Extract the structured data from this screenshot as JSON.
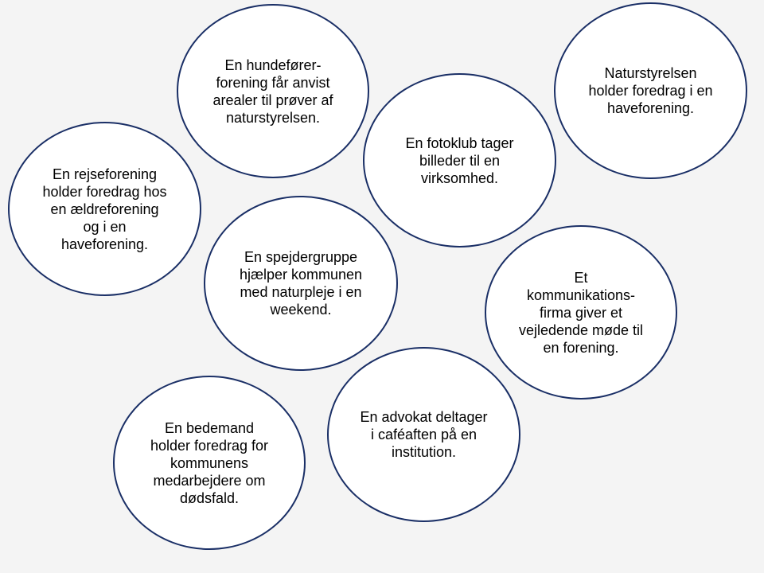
{
  "colors": {
    "background": "#f4f4f4",
    "bubble_border": "#1a2f66",
    "bubble_fill": "#ffffff",
    "text": "#000000"
  },
  "bubbles": [
    {
      "text": "En hundefører-\nforening får anvist\narealer til prøver af\nnaturstyrelsen."
    },
    {
      "text": "Naturstyrelsen\nholder foredrag i en\nhaveforening."
    },
    {
      "text": "En fotoklub tager\nbilleder til en\nvirksomhed."
    },
    {
      "text": "En rejseforening\nholder foredrag hos\nen ældreforening\nog i en\nhaveforening."
    },
    {
      "text": "En spejdergruppe\nhjælper kommunen\nmed naturpleje i en\nweekend."
    },
    {
      "text": "Et\nkommunikations-\nfirma giver et\nvejledende møde til\nen forening."
    },
    {
      "text": "En advokat deltager\ni caféaften på en\ninstitution."
    },
    {
      "text": "En bedemand\nholder foredrag for\nkommunens\nmedarbejdere om\ndødsfald."
    }
  ]
}
